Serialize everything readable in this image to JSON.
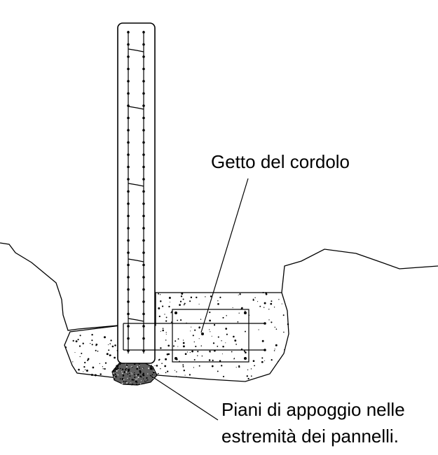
{
  "labels": {
    "getto": "Getto del cordolo",
    "piani_line1": "Piani di appoggio nelle",
    "piani_line2": "estremità dei pannelli."
  },
  "colors": {
    "ink": "#000000",
    "paper": "#ffffff"
  }
}
